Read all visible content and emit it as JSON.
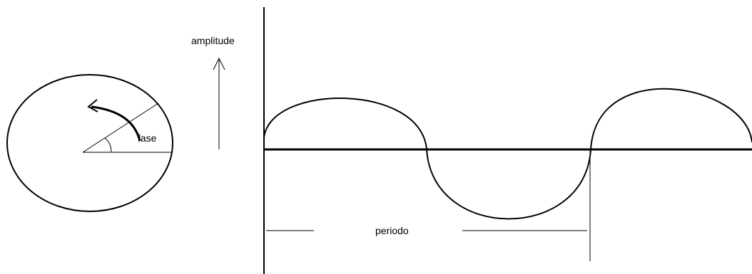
{
  "labels": {
    "amplitude": "amplitude",
    "phase": "fase",
    "period": "periodo"
  },
  "colors": {
    "stroke": "#000000",
    "background": "#ffffff"
  }
}
